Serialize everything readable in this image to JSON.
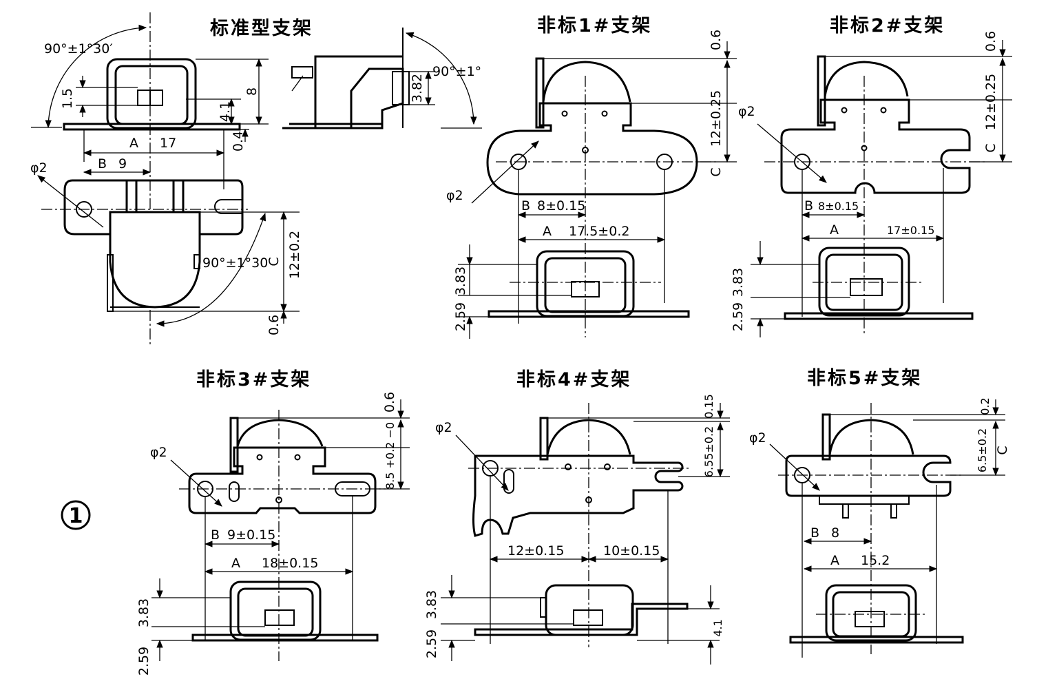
{
  "titles": {
    "standard": "标准型支架",
    "ns1": "非标1#支架",
    "ns2": "非标2#支架",
    "ns3": "非标3#支架",
    "ns4": "非标4#支架",
    "ns5": "非标5#支架"
  },
  "figure_marker": "1",
  "standard": {
    "angle_top_left": "90°±1°30′",
    "angle_side": "90°±1°",
    "angle_bottom": "90°±1°30′",
    "dim_1_5": "1.5",
    "dim_8": "8",
    "dim_4_1": "4.1",
    "dim_0_4": "0.4",
    "dim_3_82": "3.82",
    "label_a": "A",
    "dim_a": "17",
    "label_b": "B",
    "dim_b": "9",
    "phi": "φ2",
    "label_c": "C",
    "dim_c": "12±0.2",
    "dim_0_6": "0.6"
  },
  "ns1": {
    "dim_0_6": "0.6",
    "dim_c": "12±0.25",
    "label_c": "C",
    "phi": "φ2",
    "label_b": "B",
    "dim_b": "8±0.15",
    "label_a": "A",
    "dim_a": "17.5±0.2",
    "dim_3_83": "3.83",
    "dim_2_59": "2.59"
  },
  "ns2": {
    "dim_0_6": "0.6",
    "label_c": "C",
    "dim_c": "12±0.25",
    "phi": "φ2",
    "label_b": "B",
    "dim_b": "8±0.15",
    "label_a": "A",
    "dim_a": "17±0.15",
    "dim_3_83": "3.83",
    "dim_2_59": "2.59"
  },
  "ns3": {
    "dim_0_6": "0.6",
    "dim_c": "8.5 +0.2 −0",
    "phi": "φ2",
    "label_b": "B",
    "dim_b": "9±0.15",
    "label_a": "A",
    "dim_a": "18±0.15",
    "dim_3_83": "3.83",
    "dim_2_59": "2.59"
  },
  "ns4": {
    "dim_0_15": "0.15",
    "dim_c": "6.55±0.2",
    "phi": "φ2",
    "dim_left": "12±0.15",
    "dim_right": "10±0.15",
    "dim_3_83": "3.83",
    "dim_2_59": "2.59",
    "dim_4_1": "4.1"
  },
  "ns5": {
    "dim_0_2": "0.2",
    "dim_c": "6.5±0.2",
    "label_c": "C",
    "phi": "φ2",
    "label_b": "B",
    "dim_b": "8",
    "label_a": "A",
    "dim_a": "15.2"
  }
}
